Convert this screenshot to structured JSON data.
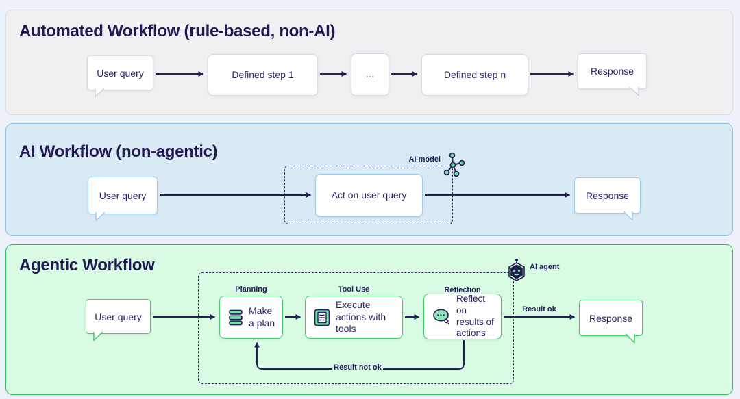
{
  "panels": [
    {
      "id": "automated",
      "title": "Automated Workflow (rule-based, non-AI)",
      "nodes": {
        "user_query": "User query",
        "step1": "Defined step 1",
        "dots": "...",
        "stepn": "Defined step n",
        "response": "Response"
      }
    },
    {
      "id": "ai",
      "title": "AI Workflow (non-agentic)",
      "model_label": "AI model",
      "nodes": {
        "user_query": "User query",
        "act": "Act on user query",
        "response": "Response"
      }
    },
    {
      "id": "agentic",
      "title": "Agentic Workflow",
      "agent_label": "AI agent",
      "stages": {
        "planning": "Planning",
        "tool_use": "Tool Use",
        "reflection": "Reflection"
      },
      "edges": {
        "result_ok": "Result ok",
        "result_not_ok": "Result not ok"
      },
      "nodes": {
        "user_query": "User query",
        "plan": "Make a plan",
        "execute": "Execute actions with tools",
        "reflect": "Reflect on results of actions",
        "response": "Response"
      }
    }
  ],
  "colors": {
    "page_bg": "#edf1fa",
    "navy": "#23205a",
    "gray_panel_bg": "#f0f0f2",
    "gray_panel_border": "#dcdce2",
    "blue_panel_bg": "#d9eaf5",
    "blue_panel_border": "#8fc5e5",
    "green_panel_bg": "#d9fbe3",
    "green_panel_border": "#2fbe5f",
    "green_node_border": "#3ecb6b",
    "icon_green_fill": "#6fe0a8"
  }
}
